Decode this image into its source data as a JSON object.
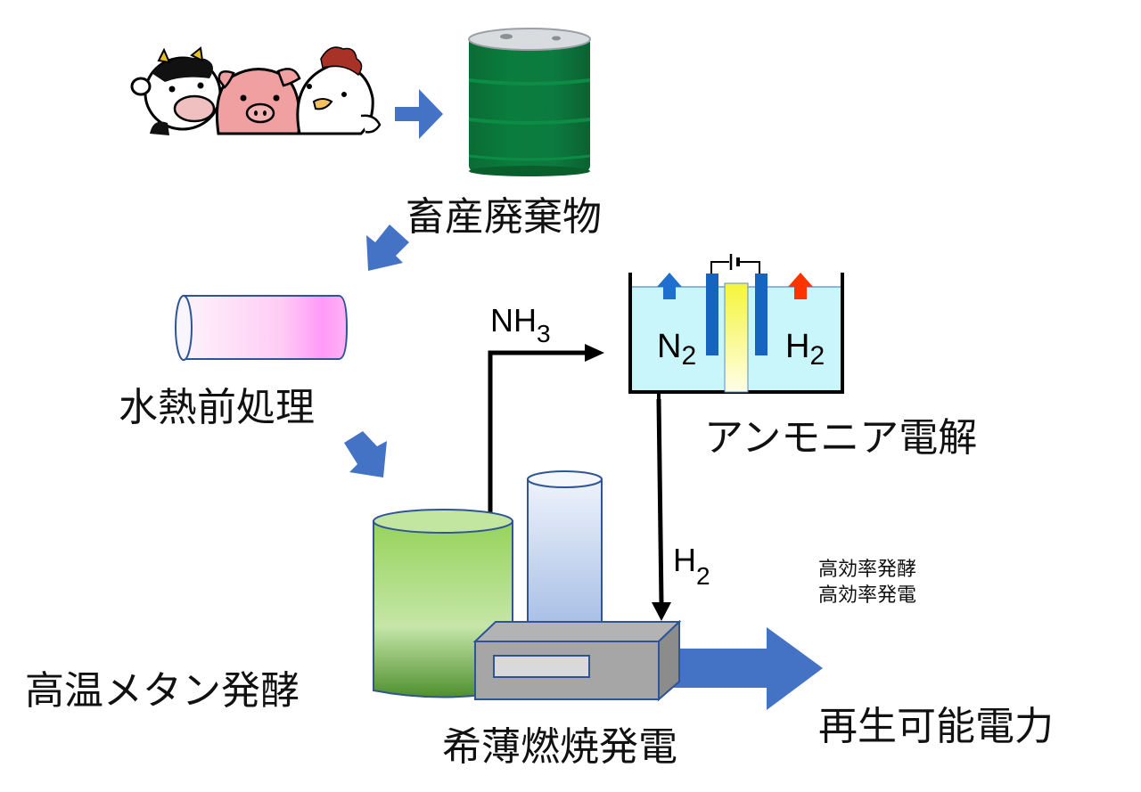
{
  "diagram": {
    "title": "Livestock waste to renewable power process",
    "labels": {
      "livestock_waste": "畜産廃棄物",
      "hydrothermal_pretreatment": "水熱前処理",
      "thermophilic_methane_fermentation": "高温メタン発酵",
      "ammonia_electrolysis": "アンモニア電解",
      "lean_combustion_generation": "希薄燃焼発電",
      "renewable_power": "再生可能電力",
      "note_line1": "高効率発酵",
      "note_line2": "高効率発電"
    },
    "chemicals": {
      "nh3_main": "NH",
      "nh3_sub": "3",
      "n2_main": "N",
      "n2_sub": "2",
      "h2_main": "H",
      "h2_sub": "2",
      "h2_flow_main": "H",
      "h2_flow_sub": "2"
    },
    "colors": {
      "flow_arrow": "#4472c4",
      "barrel": "#0a7a3c",
      "electrolyte": "#c9f6fb",
      "electrode": "#1565c0",
      "n2_arrow": "#1e6fd0",
      "h2_arrow": "#ff3300",
      "fermenter": "#92d050",
      "pretreatment": "#ff99ff",
      "generator": "#a6a6a6"
    }
  }
}
